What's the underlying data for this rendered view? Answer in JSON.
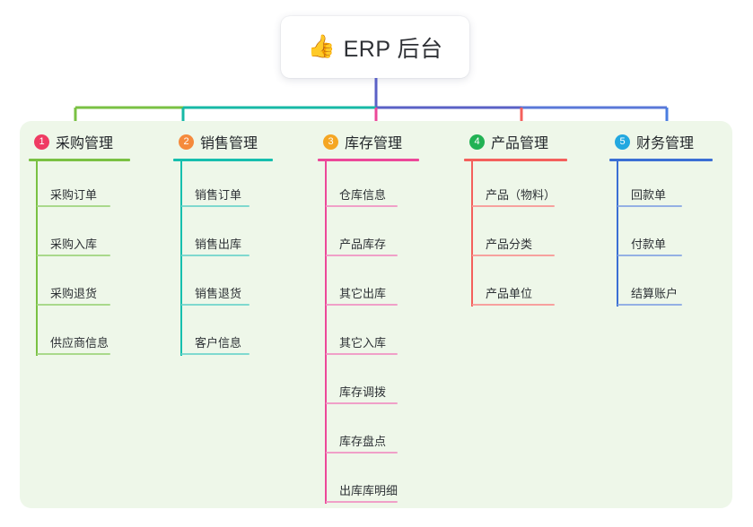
{
  "page": {
    "background": "#ffffff",
    "panel_color": "#eef7e9"
  },
  "root": {
    "icon": "thumbs-up-icon",
    "emoji": "👍",
    "label": "ERP 后台"
  },
  "connectors": {
    "stem_color": "#5a61c6",
    "bar_segments": [
      {
        "color": "#7ac143"
      },
      {
        "color": "#17b9a6"
      },
      {
        "color": "#5a61c6"
      },
      {
        "color": "#5a78d8"
      }
    ],
    "drops": [
      "#7ac143",
      "#17b9a6",
      "#ec4899",
      "#f4605c",
      "#4a7de0"
    ]
  },
  "columns": [
    {
      "index": "1",
      "title": "采购管理",
      "badge_color": "#ef3b63",
      "line_color": "#7ac143",
      "item_line_color": "#a9d98b",
      "items": [
        {
          "label": "采购订单"
        },
        {
          "label": "采购入库"
        },
        {
          "label": "采购退货"
        },
        {
          "label": "供应商信息"
        }
      ]
    },
    {
      "index": "2",
      "title": "销售管理",
      "badge_color": "#f58a3c",
      "line_color": "#16bfae",
      "item_line_color": "#7fd9cf",
      "items": [
        {
          "label": "销售订单"
        },
        {
          "label": "销售出库"
        },
        {
          "label": "销售退货"
        },
        {
          "label": "客户信息"
        }
      ]
    },
    {
      "index": "3",
      "title": "库存管理",
      "badge_color": "#f5a623",
      "line_color": "#ec4899",
      "item_line_color": "#f0a0c8",
      "items": [
        {
          "label": "仓库信息"
        },
        {
          "label": "产品库存"
        },
        {
          "label": "其它出库"
        },
        {
          "label": "其它入库"
        },
        {
          "label": "库存调拨"
        },
        {
          "label": "库存盘点"
        },
        {
          "label": "出库库明细"
        }
      ]
    },
    {
      "index": "4",
      "title": "产品管理",
      "badge_color": "#22b254",
      "line_color": "#f4605c",
      "item_line_color": "#f7a19e",
      "items": [
        {
          "label": "产品（物料）"
        },
        {
          "label": "产品分类"
        },
        {
          "label": "产品单位"
        }
      ]
    },
    {
      "index": "5",
      "title": "财务管理",
      "badge_color": "#23a8e0",
      "line_color": "#3b6fd4",
      "item_line_color": "#94b0e4",
      "items": [
        {
          "label": "回款单"
        },
        {
          "label": "付款单"
        },
        {
          "label": "结算账户"
        }
      ]
    }
  ]
}
